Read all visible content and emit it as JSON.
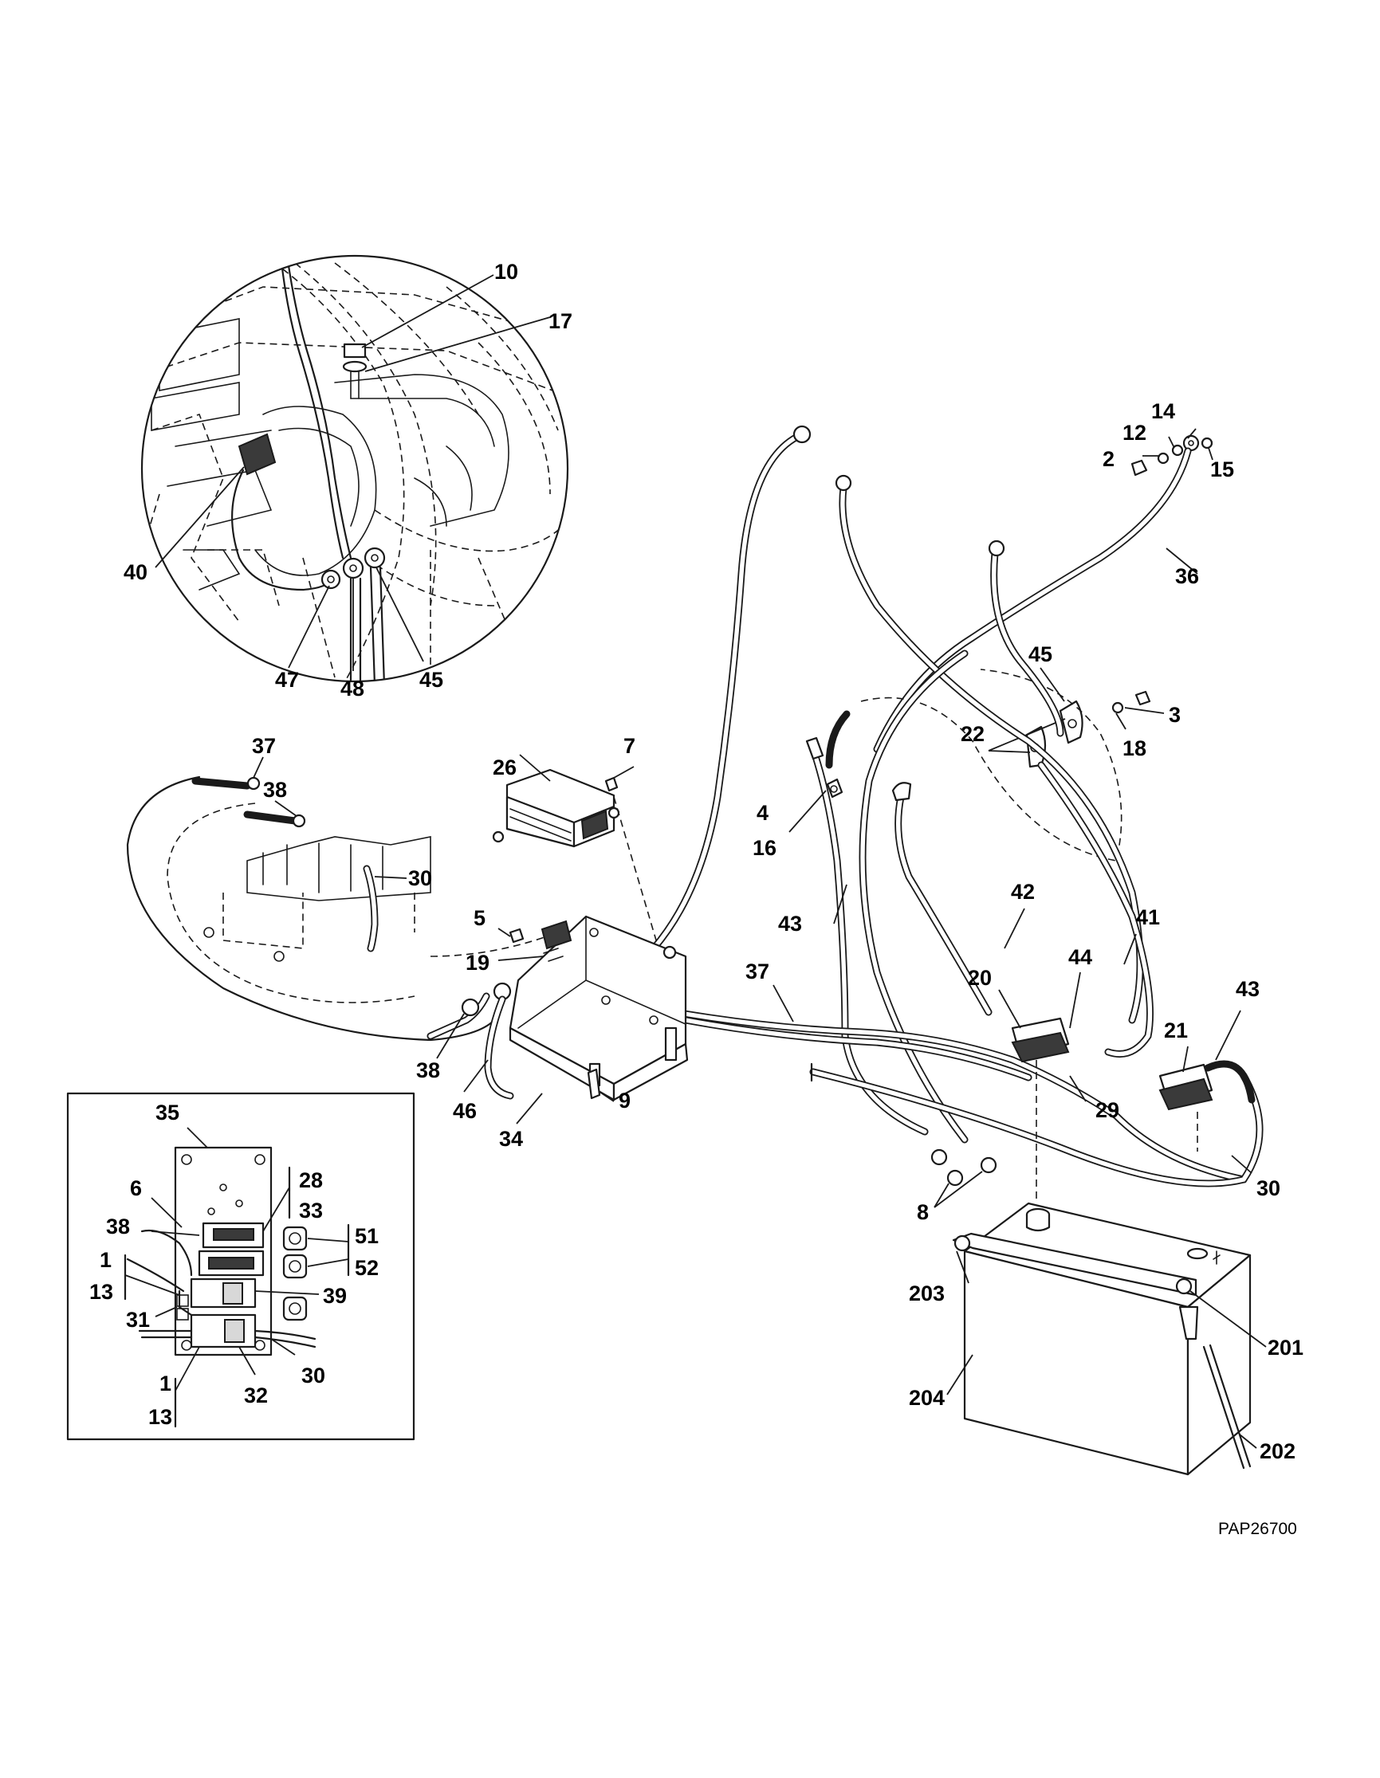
{
  "drawing_id": "PAP26700",
  "callouts": {
    "c10": "10",
    "c17": "17",
    "c40": "40",
    "c47": "47",
    "c48": "48",
    "c45a": "45",
    "c12": "12",
    "c14": "14",
    "c2": "2",
    "c15": "15",
    "c36": "36",
    "c45b": "45",
    "c3": "3",
    "c22": "22",
    "c18": "18",
    "c37a": "37",
    "c38a": "38",
    "c30a": "30",
    "c26": "26",
    "c7": "7",
    "c4": "4",
    "c16": "16",
    "c5": "5",
    "c19": "19",
    "c43a": "43",
    "c42": "42",
    "c41": "41",
    "c37b": "37",
    "c20": "20",
    "c44": "44",
    "c21": "21",
    "c43b": "43",
    "c38b": "38",
    "c46": "46",
    "c34": "34",
    "c9": "9",
    "c29": "29",
    "c30b": "30",
    "c8": "8",
    "c35": "35",
    "c6": "6",
    "c28": "28",
    "c33": "33",
    "c38c": "38",
    "c51": "51",
    "c52": "52",
    "c1a": "1",
    "c13a": "13",
    "c39": "39",
    "c31": "31",
    "c30c": "30",
    "c32": "32",
    "c1b": "1",
    "c13b": "13",
    "c203": "203",
    "c201": "201",
    "c204": "204",
    "c202": "202"
  }
}
